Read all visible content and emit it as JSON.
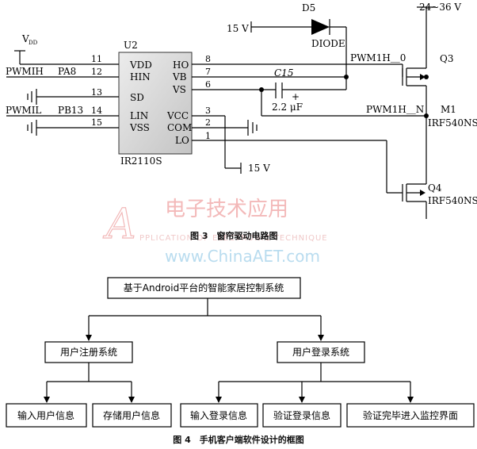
{
  "circuit": {
    "caption": "图 3　窗帘驱动电路图",
    "chip": {
      "ref": "U2",
      "part": "IR2110S"
    },
    "pins_left": [
      {
        "num": "11",
        "name": "VDD"
      },
      {
        "num": "12",
        "name": "HIN"
      },
      {
        "num": "13",
        "name": "SD"
      },
      {
        "num": "14",
        "name": "LIN"
      },
      {
        "num": "15",
        "name": "VSS"
      }
    ],
    "pins_right": [
      {
        "num": "8",
        "name": "HO"
      },
      {
        "num": "7",
        "name": "VB"
      },
      {
        "num": "6",
        "name": "VS"
      },
      {
        "num": "3",
        "name": "VCC"
      },
      {
        "num": "2",
        "name": "COM"
      },
      {
        "num": "1",
        "name": "LO"
      }
    ],
    "vdd_label": "V",
    "vdd_sub": "DD",
    "signals": {
      "pwm_h_in": "PWMIH",
      "pa8": "PA8",
      "pwm_l_in": "PWMIL",
      "pb13": "PB13",
      "pwm1h_0": "PWM1H＿0",
      "pwm1h_n": "PWM1H＿N",
      "m1": "M1"
    },
    "supply_top": "24~36 V",
    "supply_d5": "15 V",
    "supply_vcc": "15 V",
    "diode": {
      "ref": "D5",
      "part": "DIODE"
    },
    "capacitor": {
      "ref": "C15",
      "value": "2.2 μF",
      "plus": "+"
    },
    "q3": {
      "ref": "Q3",
      "part": "IRF540NS"
    },
    "q4": {
      "ref": "Q4",
      "part": "IRF540NS"
    }
  },
  "watermark": {
    "cn": "电子技术应用",
    "en": "PPLICATION OF ELECTRONIC TECHNIQUE",
    "site": "www.ChinaAET.com",
    "letter": "A"
  },
  "flow": {
    "caption": "图 4　手机客户端软件设计的框图",
    "root": "基于Android平台的智能家居控制系统",
    "branches": [
      {
        "label": "用户注册系统",
        "children": [
          "输入用户信息",
          "存储用户信息"
        ]
      },
      {
        "label": "用户登录系统",
        "children": [
          "输入登录信息",
          "验证登录信息",
          "验证完毕进入监控界面"
        ]
      }
    ]
  }
}
